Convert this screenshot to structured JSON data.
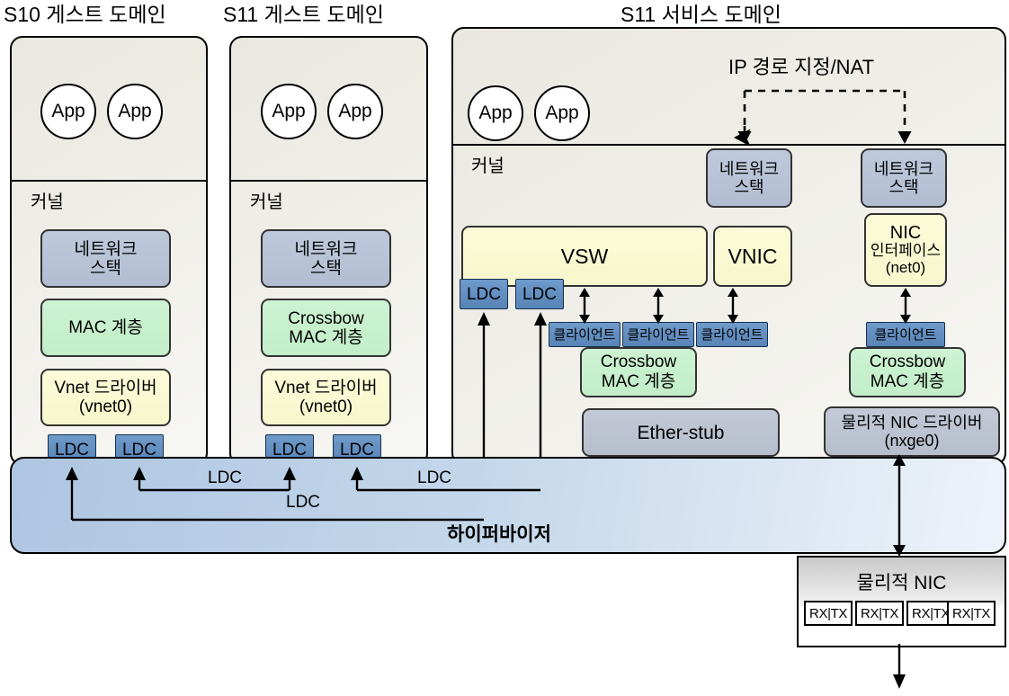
{
  "titles": {
    "s10_guest": "S10 게스트 도메인",
    "s11_guest": "S11 게스트 도메인",
    "s11_service": "S11 서비스 도메인"
  },
  "common": {
    "kernel": "커널",
    "app": "App",
    "ldc": "LDC",
    "client": "클라이언트",
    "network_stack": "네트워크\n스택",
    "network_stack_l1": "네트워크",
    "network_stack_l2": "스택"
  },
  "s10_guest": {
    "apps": [
      "App",
      "App"
    ],
    "kernel_label": "커널",
    "boxes": [
      {
        "name": "network-stack",
        "line1": "네트워크",
        "line2": "스택"
      },
      {
        "name": "mac-layer",
        "line1": "MAC 계층",
        "line2": ""
      },
      {
        "name": "vnet-driver",
        "line1": "Vnet 드라이버",
        "line2": "(vnet0)"
      }
    ],
    "ldcs": [
      "LDC",
      "LDC"
    ]
  },
  "s11_guest": {
    "apps": [
      "App",
      "App"
    ],
    "kernel_label": "커널",
    "boxes": [
      {
        "name": "network-stack",
        "line1": "네트워크",
        "line2": "스택"
      },
      {
        "name": "crossbow-mac-layer",
        "line1": "Crossbow",
        "line2": "MAC 계층"
      },
      {
        "name": "vnet-driver",
        "line1": "Vnet 드라이버",
        "line2": "(vnet0)"
      }
    ],
    "ldcs": [
      "LDC",
      "LDC"
    ]
  },
  "s11_service": {
    "apps": [
      "App",
      "App"
    ],
    "kernel_label": "커널",
    "ip_routing_label": "IP 경로 지정/NAT",
    "network_stacks": [
      {
        "line1": "네트워크",
        "line2": "스택"
      },
      {
        "line1": "네트워크",
        "line2": "스택"
      }
    ],
    "vsw": "VSW",
    "vnic": "VNIC",
    "nic_interface": {
      "line1": "NIC",
      "line2": "인터페이스",
      "line3": "(net0)"
    },
    "ldcs": [
      "LDC",
      "LDC"
    ],
    "clients": [
      "클라이언트",
      "클라이언트",
      "클라이언트"
    ],
    "crossbow_vsw": {
      "line1": "Crossbow",
      "line2": "MAC 계층"
    },
    "ether_stub": "Ether-stub",
    "client_nic": "클라이언트",
    "crossbow_nic": {
      "line1": "Crossbow",
      "line2": "MAC 계층"
    },
    "physical_nic_driver": {
      "line1": "물리적 NIC 드라이버",
      "line2": "(nxge0)"
    }
  },
  "hypervisor": {
    "label": "하이퍼바이저",
    "ldc_link_labels": [
      "LDC",
      "LDC",
      "LDC"
    ]
  },
  "physical_nic": {
    "label": "물리적 NIC",
    "queues": [
      "RX|TX",
      "RX|TX",
      "RX|TX",
      "RX|TX"
    ],
    "queue_rx": "RX",
    "queue_tx": "TX"
  },
  "colors": {
    "network_stack": "#b8c4d8",
    "mac_layer": "#c8f0cc",
    "vnet_yellow": "#fafad2",
    "ldc_blue": "#5b8bc0",
    "gray_box": "#bdc4d1",
    "hypervisor": "#b9cee6",
    "domain_bg": "#e9e8e0"
  }
}
